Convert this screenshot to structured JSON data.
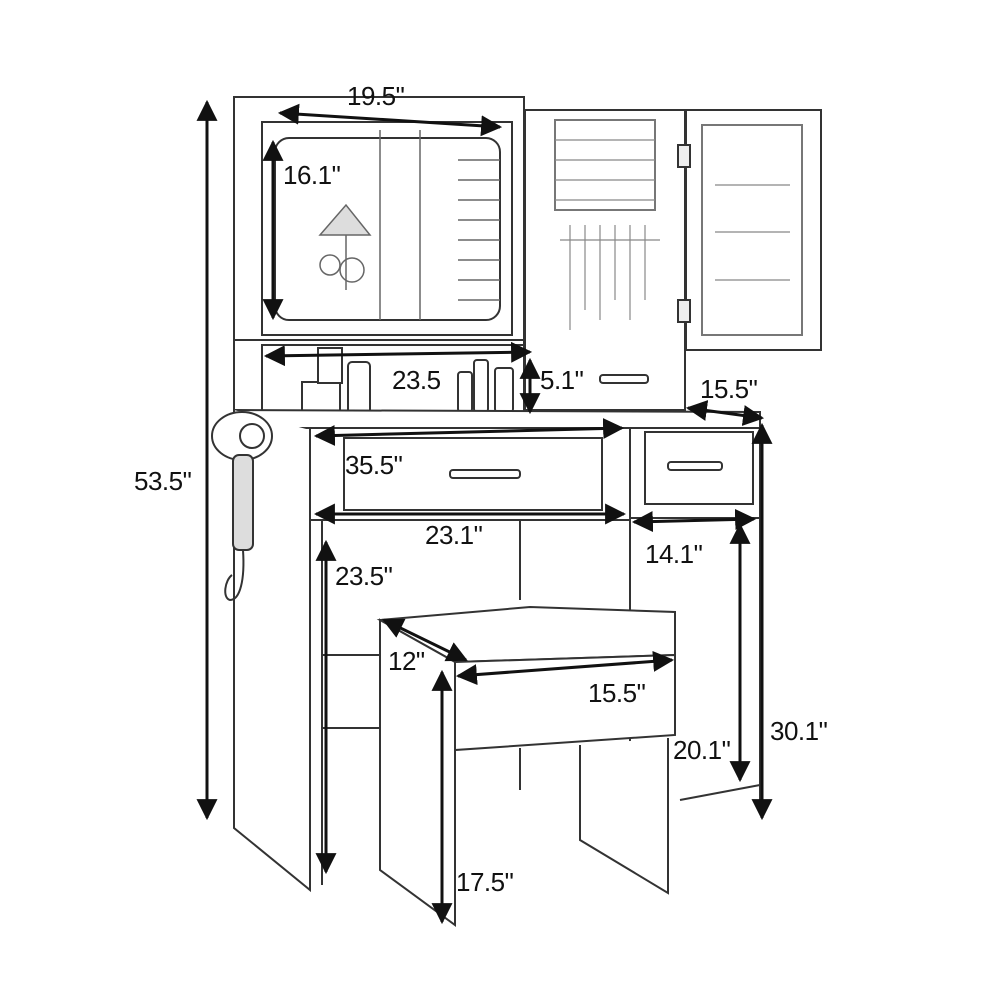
{
  "dimensions": {
    "mirror_width": "19.5\"",
    "mirror_height": "16.1\"",
    "shelf_width": "23.5",
    "shelf_height": "5.1\"",
    "cabinet_depth": "15.5\"",
    "total_height": "53.5\"",
    "desk_width": "35.5\"",
    "drawer_width": "23.1\"",
    "cabinet_inner_width": "14.1\"",
    "leg_height": "23.5\"",
    "stool_depth": "12\"",
    "stool_width": "15.5\"",
    "cabinet_inner_height": "20.1\"",
    "desk_height": "30.1\"",
    "stool_height": "17.5\""
  }
}
